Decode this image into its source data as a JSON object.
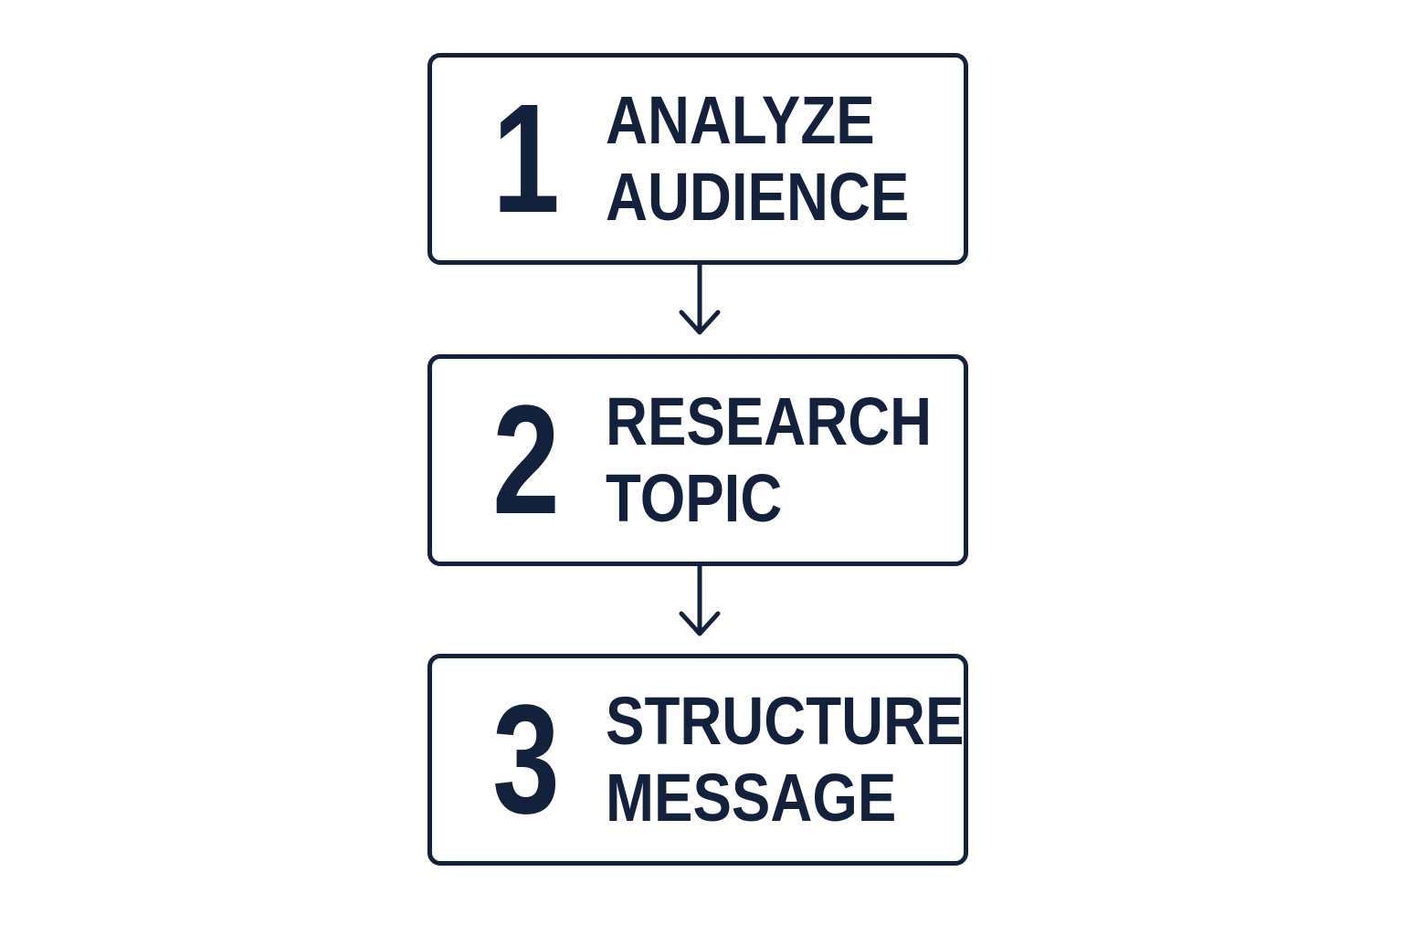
{
  "colors": {
    "ink": "#14213d",
    "background": "#ffffff"
  },
  "steps": [
    {
      "number": "1",
      "lines": [
        "ANALYZE",
        "AUDIENCE"
      ]
    },
    {
      "number": "2",
      "lines": [
        "RESEARCH",
        "TOPIC"
      ]
    },
    {
      "number": "3",
      "lines": [
        "STRUCTURE",
        "MESSAGE"
      ]
    }
  ],
  "connectors": [
    {
      "from": "1",
      "to": "2",
      "icon": "arrow-down-icon"
    },
    {
      "from": "2",
      "to": "3",
      "icon": "arrow-down-icon"
    }
  ]
}
